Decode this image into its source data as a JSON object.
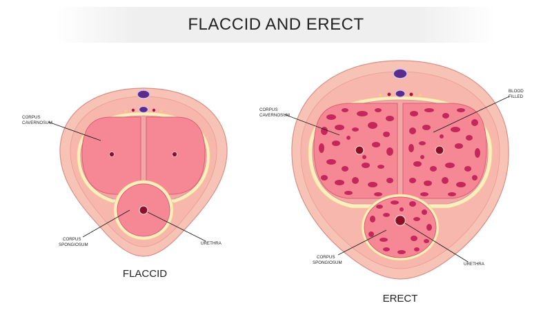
{
  "title": "FLACCID AND ERECT",
  "flaccid": {
    "caption": "FLACCID",
    "labels": {
      "corpus_cavernosum": [
        "CORPUS",
        "CAVERNOSUM"
      ],
      "corpus_spongiosum": [
        "CORPUS",
        "SPONGIOSUM"
      ],
      "urethra": "URETHRA"
    }
  },
  "erect": {
    "caption": "ERECT",
    "labels": {
      "corpus_cavernosum": [
        "CORPUS",
        "CAVERNOSUM"
      ],
      "blood_filled": [
        "BLOOD",
        "FILLED"
      ],
      "corpus_spongiosum": [
        "CORPUS",
        "SPONGIOSUM"
      ],
      "urethra": "URETHRA"
    }
  },
  "colors": {
    "outer_skin": "#f7c3b6",
    "outer_stroke": "#d98e86",
    "fascia": "#fbeec0",
    "tissue": "#f5a7a7",
    "chamber": "#f68896",
    "chamber_stroke": "#d8606f",
    "sinus": "#c4285a",
    "vein": "#5a2d8a",
    "urethra": "#8b1027"
  }
}
